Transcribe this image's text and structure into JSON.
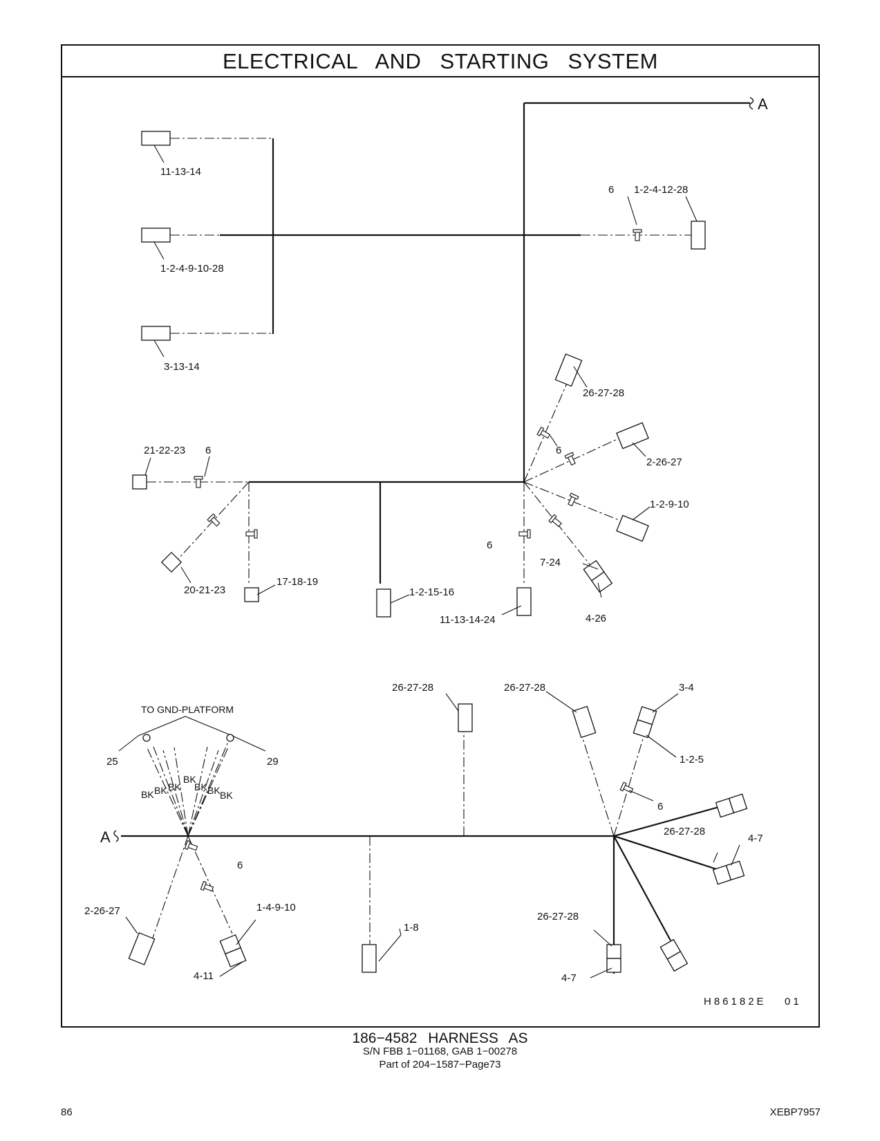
{
  "title": "ELECTRICAL AND STARTING SYSTEM",
  "callouts": {
    "c1": "11-13-14",
    "c2": "1-2-4-9-10-28",
    "c3": "3-13-14",
    "c4": "6",
    "c5": "1-2-4-12-28",
    "c6": "26-27-28",
    "c7": "6",
    "c8": "2-26-27",
    "c9": "1-2-9-10",
    "c10": "6",
    "c11": "7-24",
    "c12": "4-26",
    "c13": "11-13-14-24",
    "c14": "1-2-15-16",
    "c15": "21-22-23",
    "c16": "6",
    "c17": "20-21-23",
    "c18": "17-18-19",
    "c19": "TO GND-PLATFORM",
    "c20": "25",
    "c21": "29",
    "c22": "BK",
    "c23": "BK",
    "c24": "BK",
    "c25": "BK",
    "c26": "BK",
    "c27": "BK",
    "c28": "BK",
    "c29": "6",
    "c30": "2-26-27",
    "c31": "1-4-9-10",
    "c32": "4-11",
    "c33": "1-8",
    "c34": "26-27-28",
    "c35": "26-27-28",
    "c36": "3-4",
    "c37": "1-2-5",
    "c38": "6",
    "c39": "26-27-28",
    "c40": "4-7",
    "c41": "26-27-28",
    "c42": "4-7"
  },
  "marker_a_top": "A",
  "marker_a_left": "A",
  "drawing_id": "H86182E",
  "drawing_rev": "01",
  "caption_title": "186−4582 HARNESS AS",
  "caption_sn": "S/N FBB 1−01168, GAB 1−00278",
  "caption_part": "Part of 204−1587−Page73",
  "page_number": "86",
  "doc_code": "XEBP7957"
}
